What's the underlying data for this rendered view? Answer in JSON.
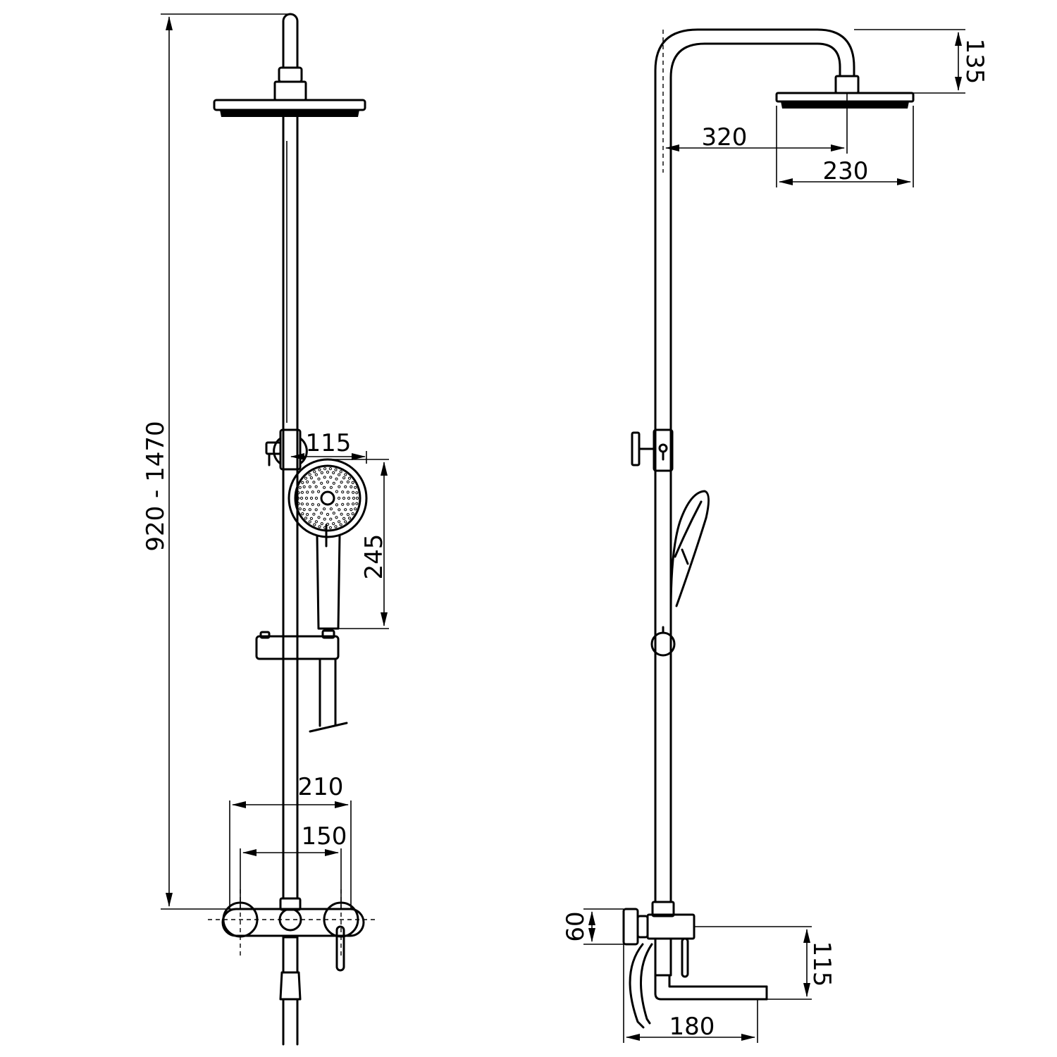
{
  "front_view": {
    "height_dimension": "920 - 1470",
    "hand_shower_width": "115",
    "hand_shower_length": "245",
    "mixer_width": "210",
    "mixer_centers": "150"
  },
  "side_view": {
    "arm_drop": "135",
    "arm_reach": "320",
    "head_diameter": "230",
    "mixer_height": "60",
    "spout_drop": "115",
    "spout_reach": "180"
  }
}
